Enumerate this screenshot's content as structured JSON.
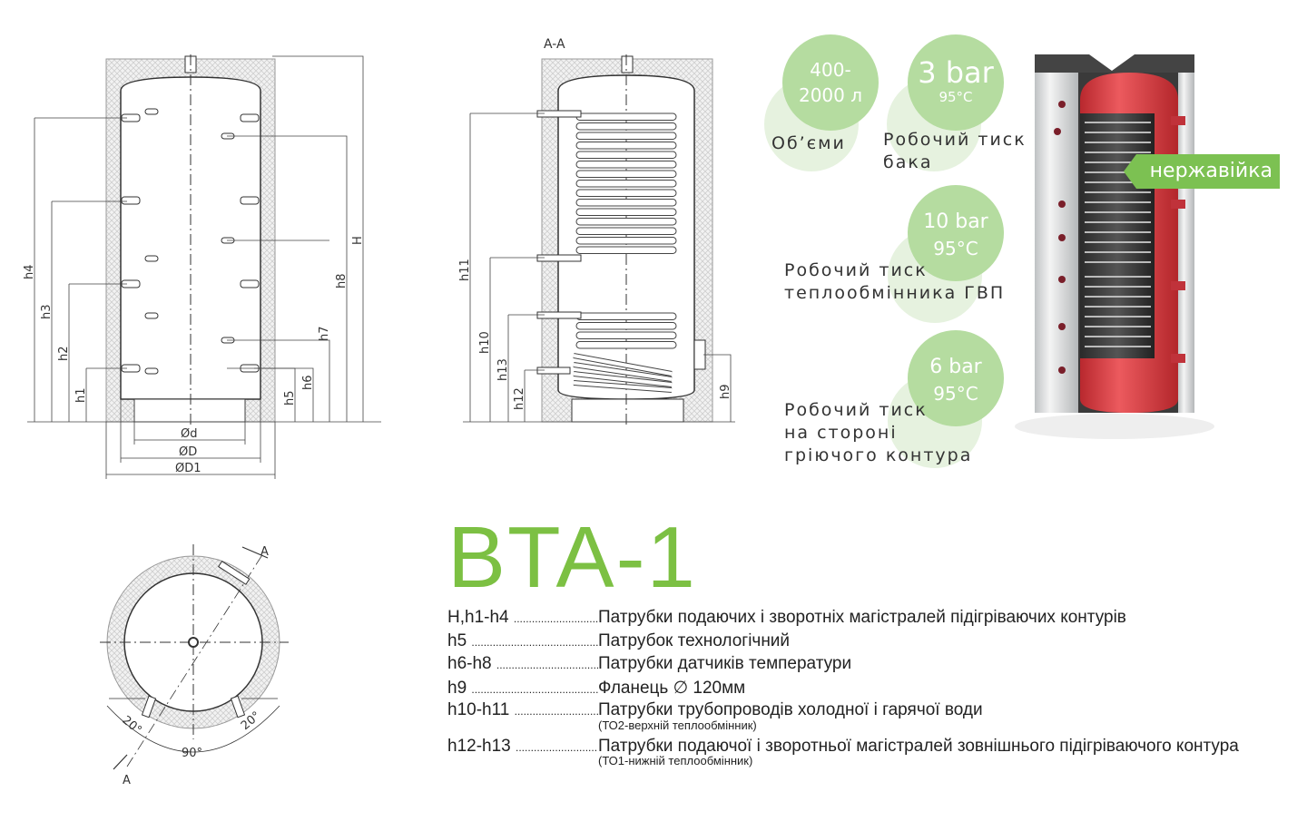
{
  "drawing_front": {
    "dims_left": [
      "h4",
      "h3",
      "h2",
      "h1"
    ],
    "dims_right": [
      "h5",
      "h6",
      "h7",
      "h8",
      "H"
    ],
    "dims_bottom": [
      "Ød",
      "ØD",
      "ØD1"
    ]
  },
  "drawing_section": {
    "title": "A-A",
    "dims_left": [
      "h11",
      "h10",
      "h13",
      "h12"
    ],
    "dims_right": [
      "h9"
    ]
  },
  "drawing_top": {
    "section_mark": "A",
    "angle_left": "20°",
    "angle_right": "20°",
    "angle_bottom": "90°"
  },
  "specs": [
    {
      "value": "400-",
      "value2": "2000 л",
      "label": "Об’єми"
    },
    {
      "value": "3 bar",
      "value2": "95°C",
      "label": "Робочий тиск",
      "label2": "бака"
    },
    {
      "value": "10 bar",
      "value2": "95°C",
      "label": "Робочий тиск",
      "label2": "теплообмінника ГВП"
    },
    {
      "value": "6 bar",
      "value2": "95°C",
      "label": "Робочий тиск",
      "label2": "на стороні",
      "label3": "гріючого контура"
    }
  ],
  "product_badge": "нержавійка",
  "model": "BTA-1",
  "legend": [
    {
      "key": "H,h1-h4",
      "desc": "Патрубки подаючих і зворотніх магістралей підігріваючих контурів"
    },
    {
      "key": "h5",
      "desc": "Патрубок технологічний"
    },
    {
      "key": "h6-h8",
      "desc": "Патрубки датчиків температури"
    },
    {
      "key": "h9",
      "desc": "Фланець ∅ 120мм"
    },
    {
      "key": "h10-h11",
      "desc": "Патрубки трубопроводів холодної і гарячої води",
      "note": "(ТО2-верхній теплообмінник)"
    },
    {
      "key": "h12-h13",
      "desc": "Патрубки подаючої  і зворотньої магістралей зовнішнього підігріваючого контура",
      "note": "(ТО1-нижній теплообмінник)"
    }
  ],
  "colors": {
    "accent": "#7cc043",
    "bubble": "#b5dca0",
    "tank_red": "#e0474c"
  }
}
